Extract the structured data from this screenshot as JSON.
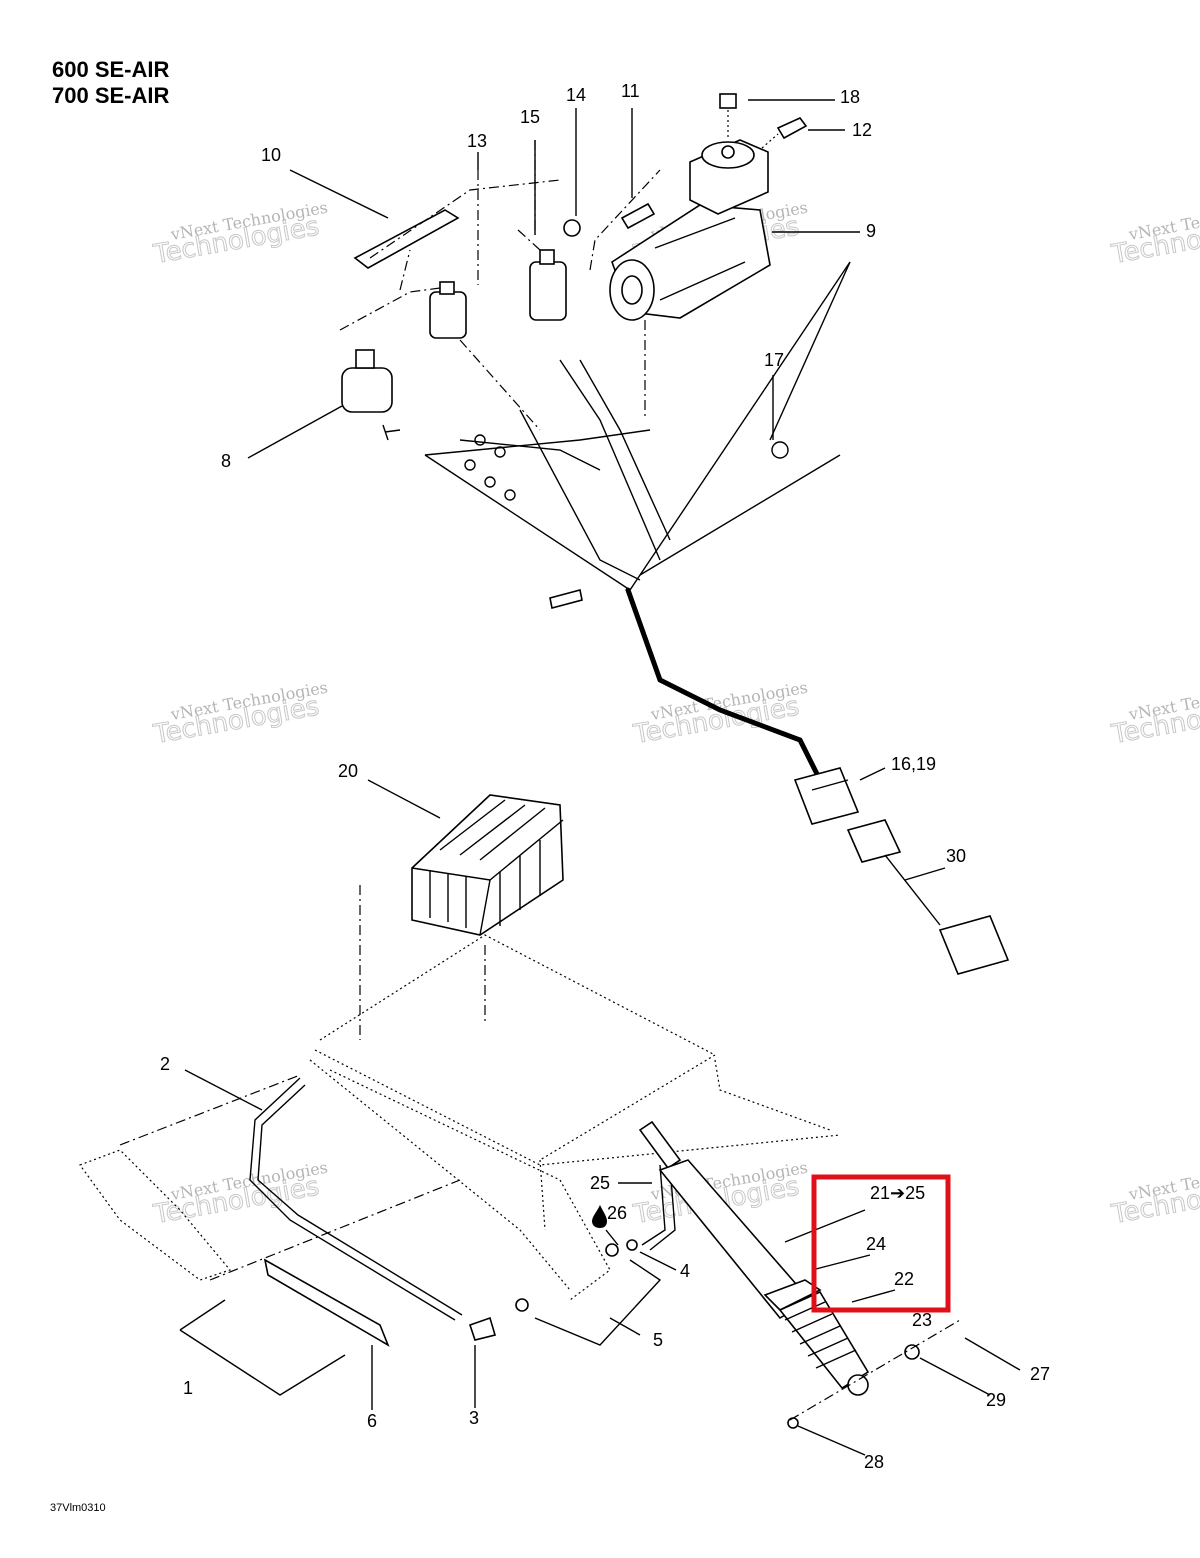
{
  "header": {
    "model_line_1": "600 SE-AIR",
    "model_line_2": "700 SE-AIR"
  },
  "watermark": {
    "line_1": "vNext Technologies",
    "line_2": "Technologies"
  },
  "callouts": {
    "c1": "1",
    "c2": "2",
    "c3": "3",
    "c4": "4",
    "c5": "5",
    "c6": "6",
    "c8": "8",
    "c9": "9",
    "c10": "10",
    "c11": "11",
    "c12": "12",
    "c13": "13",
    "c14": "14",
    "c15": "15",
    "c16_19": "16,19",
    "c17": "17",
    "c18": "18",
    "c20": "20",
    "c21_25": "21➔25",
    "c22": "22",
    "c23": "23",
    "c24": "24",
    "c25": "25",
    "c26": "26",
    "c27": "27",
    "c28": "28",
    "c29": "29",
    "c30": "30"
  },
  "highlight": {
    "color": "#e0101a"
  },
  "footer": {
    "doc_id": "37Vlm0310"
  }
}
